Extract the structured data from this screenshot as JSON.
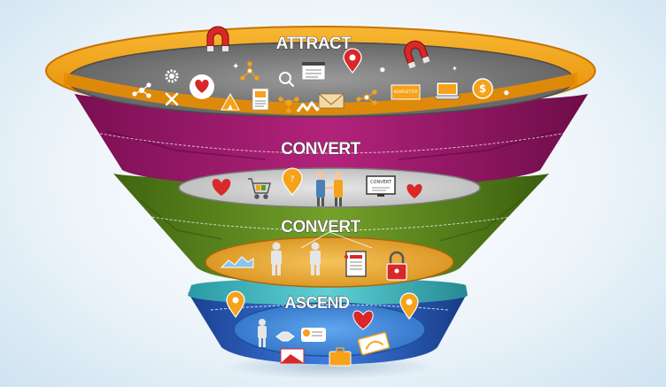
{
  "stages": [
    {
      "label": "ATTRACT",
      "color": "#f2a20f"
    },
    {
      "label": "CONVERT",
      "color": "#a3196e"
    },
    {
      "label": "CONVERT",
      "color": "#5f8a1a"
    },
    {
      "label": "ASCEND",
      "color": "#2a64c9"
    }
  ],
  "icons": {
    "attract": [
      "magnet-icon",
      "gear-icon",
      "heart-icon",
      "share-network-icon",
      "search-icon",
      "web-page-icon",
      "location-pin-icon",
      "newsletter-icon",
      "email-icon",
      "magnet-icon",
      "blog-icon",
      "laptop-icon",
      "dollar-coin-icon"
    ],
    "convert_top": [
      "heart-icon",
      "shopping-cart-icon",
      "location-pin-icon",
      "handshake-people-icon",
      "monitor-icon",
      "heart-icon"
    ],
    "convert_bottom": [
      "chart-icon",
      "person-icon",
      "person-icon",
      "document-icon",
      "lock-icon"
    ],
    "ascend": [
      "location-pin-icon",
      "person-icon",
      "handshake-icon",
      "heart-icon",
      "location-pin-icon",
      "message-icon",
      "envelope-icon",
      "briefcase-icon",
      "tag-icon"
    ]
  },
  "embedded_text": {
    "monitor_screen": "CONVERT",
    "newsletter": "NEWSLETTER"
  }
}
